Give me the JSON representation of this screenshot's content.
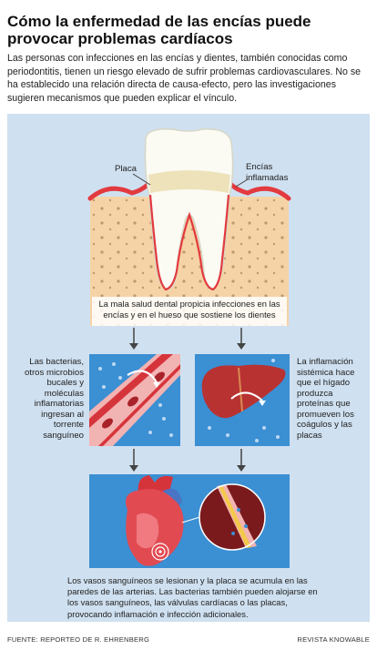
{
  "header": {
    "title": "Cómo la enfermedad de las encías puede provocar problemas cardíacos",
    "intro": "Las personas con infecciones en las encías y dientes, también conocidas como periodontitis, tienen un riesgo elevado de sufrir problemas cardiovasculares. No se ha establecido una relación directa de causa-efecto, pero las investigaciones sugieren mecanismos que pueden explicar el vínculo."
  },
  "tooth": {
    "label_plaque": "Placa",
    "label_gums": "Encías inflamadas",
    "caption": "La mala salud dental propicia infecciones en las encías y en el hueso que sostiene los dientes"
  },
  "middle": {
    "left_text": "Las bacterias, otros microbios bucales y moléculas inflamatorias ingresan al torrente sanguíneo",
    "right_text": "La inflamación sistémica hace que el hígado produzca proteínas que promueven los coágulos y las placas"
  },
  "heart": {
    "caption": "Los vasos sanguíneos se lesionan y la placa se acumula en las paredes de las arterias. Las bacterias también pueden alojarse en los vasos sanguíneos, las válvulas cardíacas o las placas, provocando inflamación e infección adicionales."
  },
  "footer": {
    "source": "FUENTE: REPORTEO DE R. EHRENBERG",
    "publisher": "REVISTA KNOWABLE"
  },
  "colors": {
    "panel": "#cfe0f0",
    "gum": "#e23a3f",
    "bone": "#f5d3a6",
    "vessel": "#3b8fd3",
    "liver": "#b83232"
  }
}
